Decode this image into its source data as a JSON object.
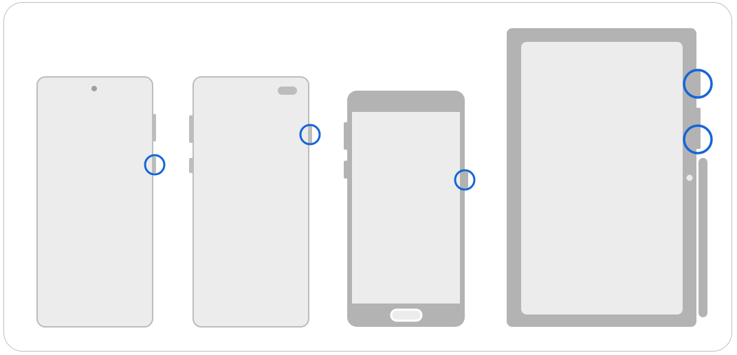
{
  "colors": {
    "device_body": "#b3b3b3",
    "device_outline": "#bdbdbd",
    "screen_fill": "#ececec",
    "highlight": "#1565d8",
    "frame_border": "#bdbdbd"
  },
  "devices": [
    {
      "id": "phone-punch-hole-center",
      "highlight": "side-key"
    },
    {
      "id": "phone-punch-hole-pill",
      "highlight": "side-key"
    },
    {
      "id": "phone-home-button",
      "highlight": "power-key"
    },
    {
      "id": "tablet-with-pen",
      "highlight": "volume-and-side-keys"
    }
  ]
}
